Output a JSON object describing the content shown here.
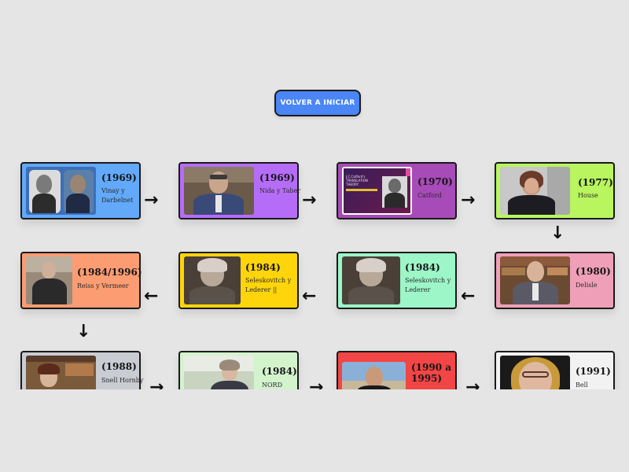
{
  "restart_button": "VOLVER A INICIAR",
  "cards": [
    {
      "year": "(1969)",
      "name": "Vinay y Darbelnet",
      "color": "#62a9fa"
    },
    {
      "year": "(1969)",
      "name": "Nida y Taber",
      "color": "#b56df7"
    },
    {
      "year": "(1970)",
      "name": "Catford",
      "color": "#a74bb8",
      "photo_title": "J.C.Catford's TRANSLATION THEORY"
    },
    {
      "year": "(1977)",
      "name": "House",
      "color": "#b8f55e"
    },
    {
      "year": "(1980)",
      "name": "Delisle",
      "color": "#efa0b8"
    },
    {
      "year": "(1984)",
      "name": "Seleskovitch y Lederer",
      "color": "#9cf6c8"
    },
    {
      "year": "(1984)",
      "name": "Seleskovitch y Lederer ||",
      "color": "#fed50a"
    },
    {
      "year": "(1984/1996)",
      "name": "Reiss y Vermeer",
      "color": "#fb9c72"
    },
    {
      "year": "(1988)",
      "name": "Snell Hornby",
      "color": "#c9ccd2"
    },
    {
      "year": "(1984)",
      "name": "NORD",
      "color": "#d3f3cd"
    },
    {
      "year": "(1990 a 1995)",
      "name": "",
      "color": "#f24545"
    },
    {
      "year": "(1991)",
      "name": "Bell",
      "color": "#f2f2f2"
    }
  ],
  "arrows": {
    "right": "→",
    "left": "←",
    "down": "↓"
  }
}
